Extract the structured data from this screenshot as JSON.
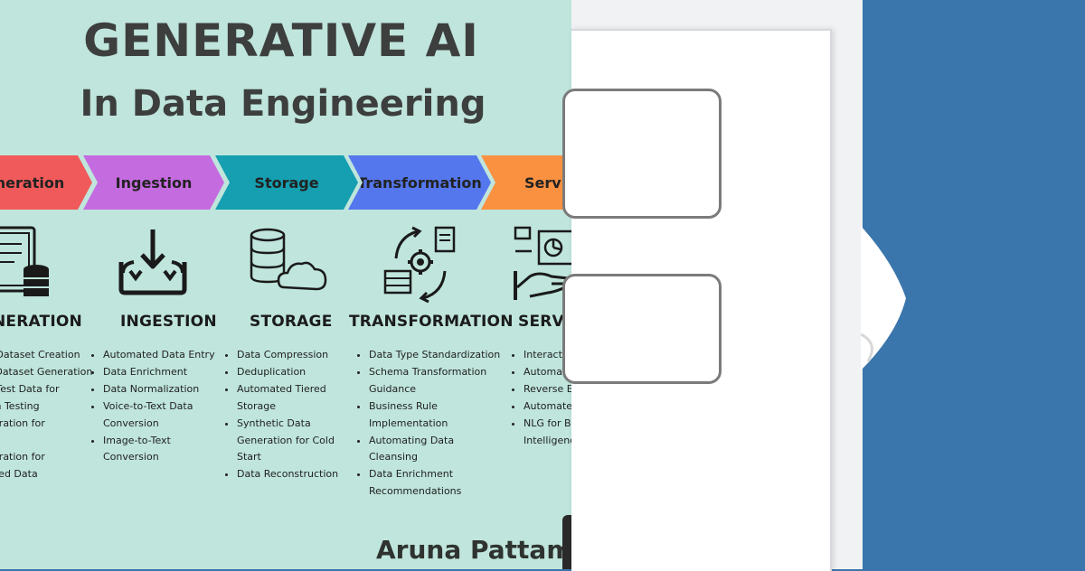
{
  "infographic": {
    "title": "GENERATIVE AI",
    "subtitle": "In Data Engineering",
    "author": "Aruna Pattam",
    "stages": [
      {
        "arrow_label": "Generation",
        "arrow_color": "#f15a5a",
        "heading": "GENERATION",
        "icon": "document-database-icon",
        "bullets": [
          "Synthetic Dataset Creation",
          "Balanced Dataset Generation",
          "Synthetic Test Data for Application Testing",
          "Data Generation for",
          "Data Generation for Unstructured Data"
        ]
      },
      {
        "arrow_label": "Ingestion",
        "arrow_color": "#c56be0",
        "heading": "INGESTION",
        "icon": "download-tray-icon",
        "bullets": [
          "Automated Data Entry",
          "Data Enrichment",
          "Data Normalization",
          "Voice-to-Text Data Conversion",
          "Image-to-Text Conversion"
        ]
      },
      {
        "arrow_label": "Storage",
        "arrow_color": "#159fb0",
        "heading": "STORAGE",
        "icon": "database-cloud-icon",
        "bullets": [
          "Data Compression",
          "Deduplication",
          "Automated Tiered Storage",
          "Synthetic Data Generation for Cold Start",
          "Data Reconstruction"
        ]
      },
      {
        "arrow_label": "Transformation",
        "arrow_color": "#5477ee",
        "heading": "TRANSFORMATION",
        "icon": "transform-cycle-icon",
        "bullets": [
          "Data Type Standardization",
          "Schema Transformation Guidance",
          "Business Rule Implementation",
          "Automating Data Cleansing",
          "Data Enrichment Recommendations"
        ]
      },
      {
        "arrow_label": "Serving",
        "arrow_color": "#f99141",
        "heading": "SERVING",
        "icon": "hand-dashboard-icon",
        "bullets": [
          "Interactive",
          "Automated",
          "Reverse E",
          "Automated Reports",
          "NLG for Business Intelligence"
        ]
      }
    ]
  },
  "colors": {
    "infographic_bg": "#bfe5dc",
    "right_bg": "#3a76ac",
    "paper": "#ffffff"
  }
}
